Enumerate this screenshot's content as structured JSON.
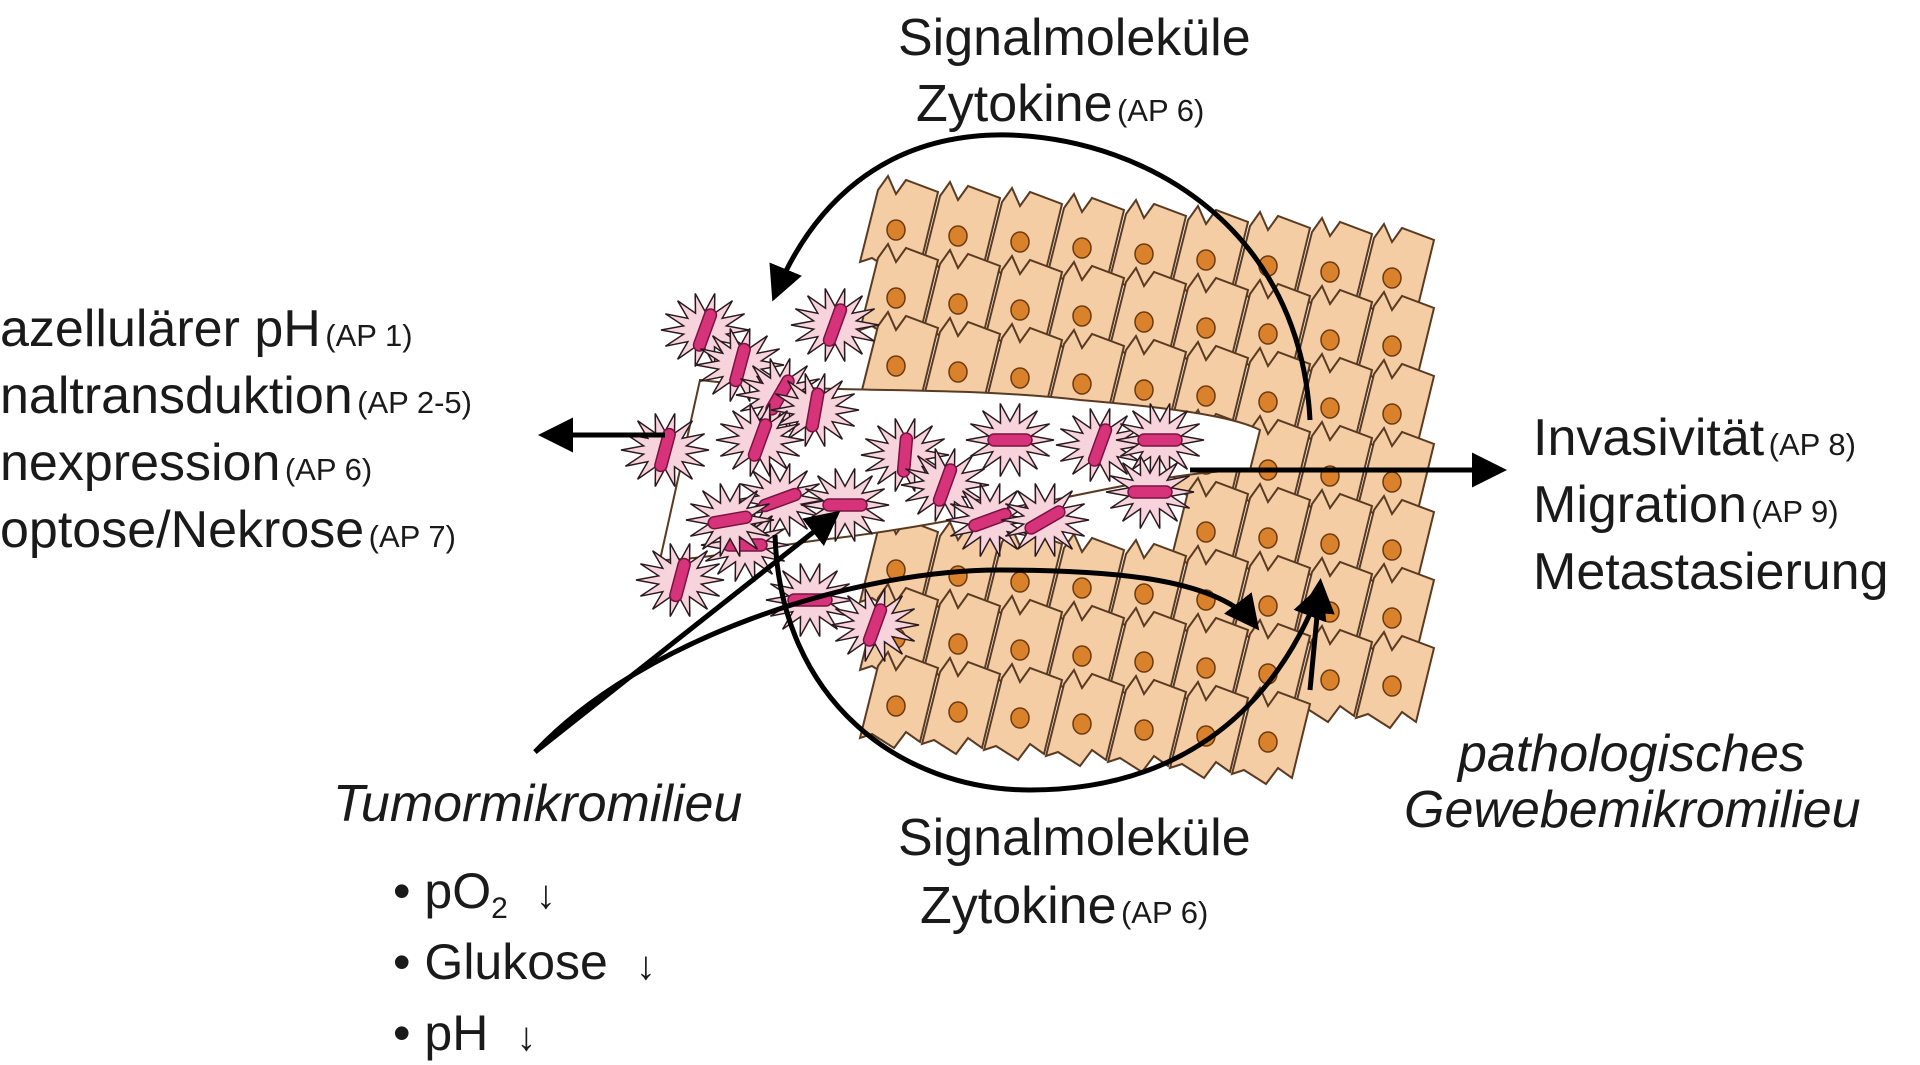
{
  "top_label": {
    "line1": "Signalmoleküle",
    "line2": "Zytokine",
    "line2_ref": "(AP 6)"
  },
  "bottom_label": {
    "line1": "Signalmoleküle",
    "line2": "Zytokine",
    "line2_ref": "(AP 6)"
  },
  "left_items": [
    {
      "text": "azellulärer pH",
      "ref": "(AP 1)"
    },
    {
      "text": "naltransduktion",
      "ref": "(AP 2-5)"
    },
    {
      "text": "nexpression",
      "ref": "(AP 6)"
    },
    {
      "text": "optose/Nekrose",
      "ref": "(AP 7)"
    }
  ],
  "right_items": [
    {
      "text": "Invasivität",
      "ref": "(AP 8)"
    },
    {
      "text": "Migration",
      "ref": "(AP 9)"
    },
    {
      "text": "Metastasierung",
      "ref": ""
    }
  ],
  "tumor_label": "Tumormikromilieu",
  "tumor_conditions": [
    {
      "bullet": "•",
      "text": "pO",
      "sub": "2",
      "arrow": "↓"
    },
    {
      "bullet": "•",
      "text": "Glukose",
      "sub": "",
      "arrow": "↓"
    },
    {
      "bullet": "•",
      "text": "pH",
      "sub": "",
      "arrow": "↓"
    }
  ],
  "tissue_label": {
    "line1": "pathologisches",
    "line2": "Gewebemikromilieu"
  },
  "colors": {
    "tissue_fill": "#f4cda5",
    "tissue_stroke": "#5a3b22",
    "nucleus": "#d9822b",
    "tumor_fill": "#f7d3dc",
    "tumor_nucleus": "#d6337a",
    "arrow": "#000000"
  }
}
